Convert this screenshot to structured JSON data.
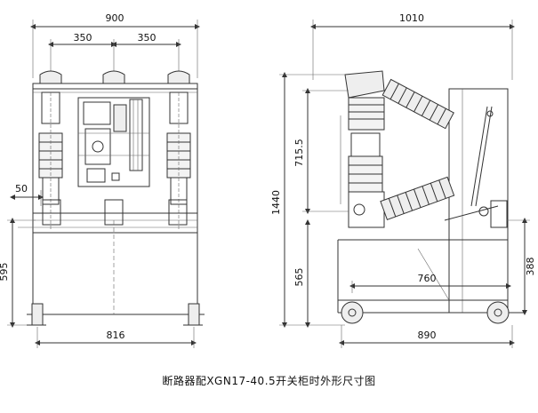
{
  "caption": "断路器配XGN17-40.5开关柜时外形尺寸图",
  "front_view": {
    "width_label": "900",
    "pitch_left_label": "350",
    "pitch_right_label": "350",
    "offset_label": "50",
    "height_label": "595",
    "base_width_label": "816"
  },
  "side_view": {
    "width_label": "1010",
    "upper_height_label": "715.5",
    "total_height_label": "1440",
    "lower_height_label": "565",
    "depth_label": "760",
    "right_height_label": "388",
    "base_width_label": "890"
  },
  "colors": {
    "line": "#333333",
    "thin": "#666666",
    "fill": "#dddddd"
  }
}
